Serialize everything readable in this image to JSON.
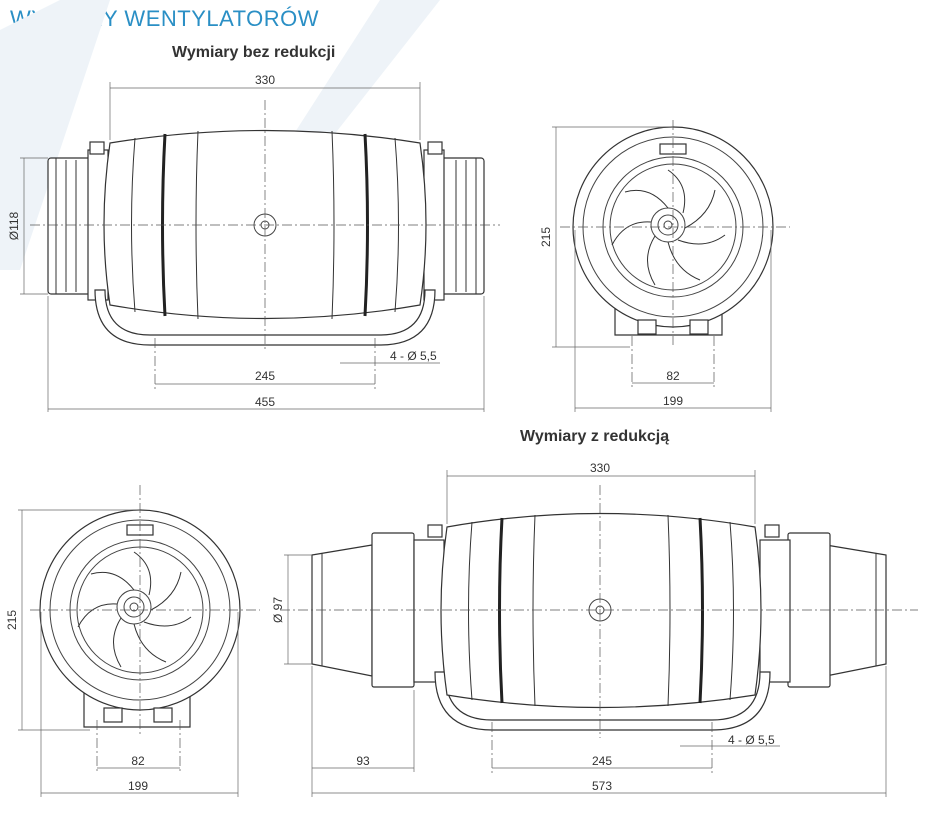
{
  "title": "WYMIARY WENTYLATORÓW",
  "section_without_reduction": {
    "title": "Wymiary bez redukcji",
    "dim_body_length": "330",
    "dim_diameter": "Ø118",
    "dim_mount_spacing": "245",
    "dim_total_length": "455",
    "dim_holes": "4 - Ø 5,5",
    "dim_height": "215",
    "dim_base_width": "82",
    "dim_width": "199"
  },
  "section_with_reduction": {
    "title": "Wymiary z redukcją",
    "dim_height": "215",
    "dim_base_width": "82",
    "dim_width": "199",
    "dim_body_length": "330",
    "dim_diameter": "Ø 97",
    "dim_offset": "93",
    "dim_mount_spacing": "245",
    "dim_holes": "4 - Ø 5,5",
    "dim_total_length": "573"
  },
  "colors": {
    "title": "#2a8fc5",
    "line": "#444444"
  }
}
